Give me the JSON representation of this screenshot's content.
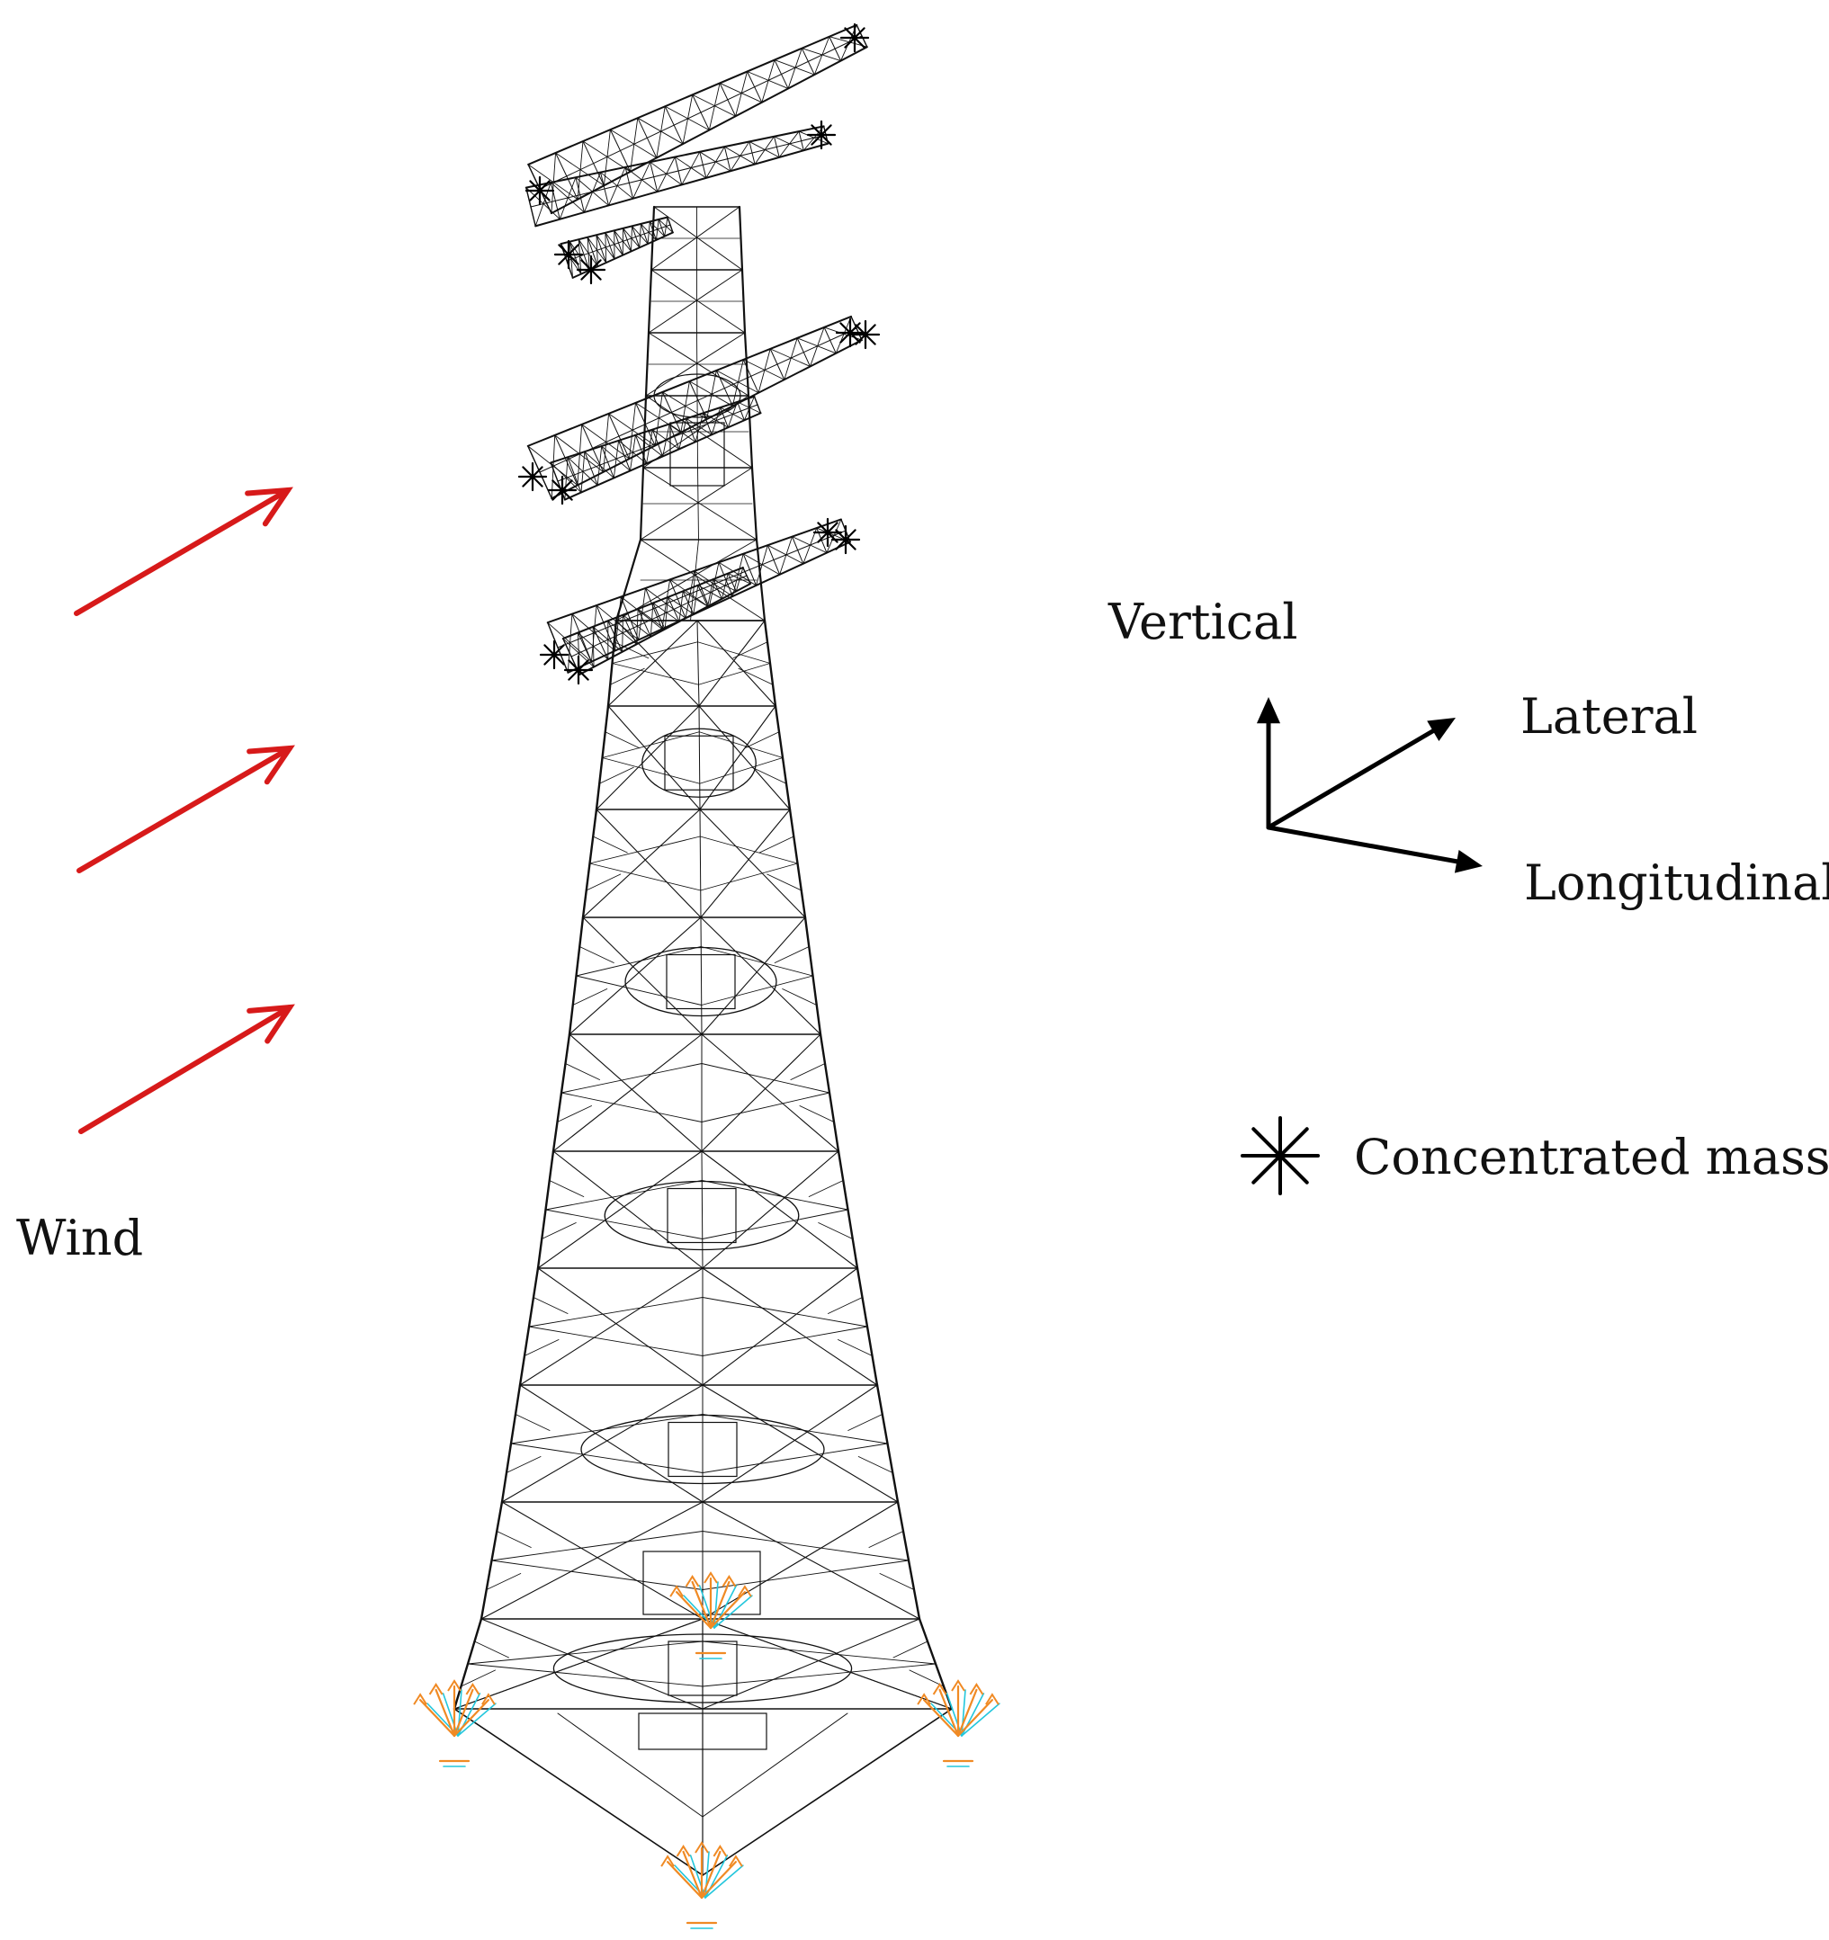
{
  "colors": {
    "wind_arrow": "#d71a1a",
    "axis": "#000000",
    "tower_members": "#111111",
    "support_orange": "#f08a24",
    "support_cyan": "#22c6dc",
    "mass_marker": "#000000"
  },
  "wind": {
    "label": "Wind",
    "arrow_count": 3,
    "icon": "wind-arrow"
  },
  "axes": {
    "vertical_label": "Vertical",
    "lateral_label": "Lateral",
    "longitudinal_label": "Longitudinal"
  },
  "legend": {
    "symbol_icon": "asterisk-icon",
    "concentrated_mass_label": "Concentrated mass"
  },
  "tower": {
    "type": "lattice transmission tower",
    "crossarm_levels": 3,
    "support_legs": 4
  }
}
